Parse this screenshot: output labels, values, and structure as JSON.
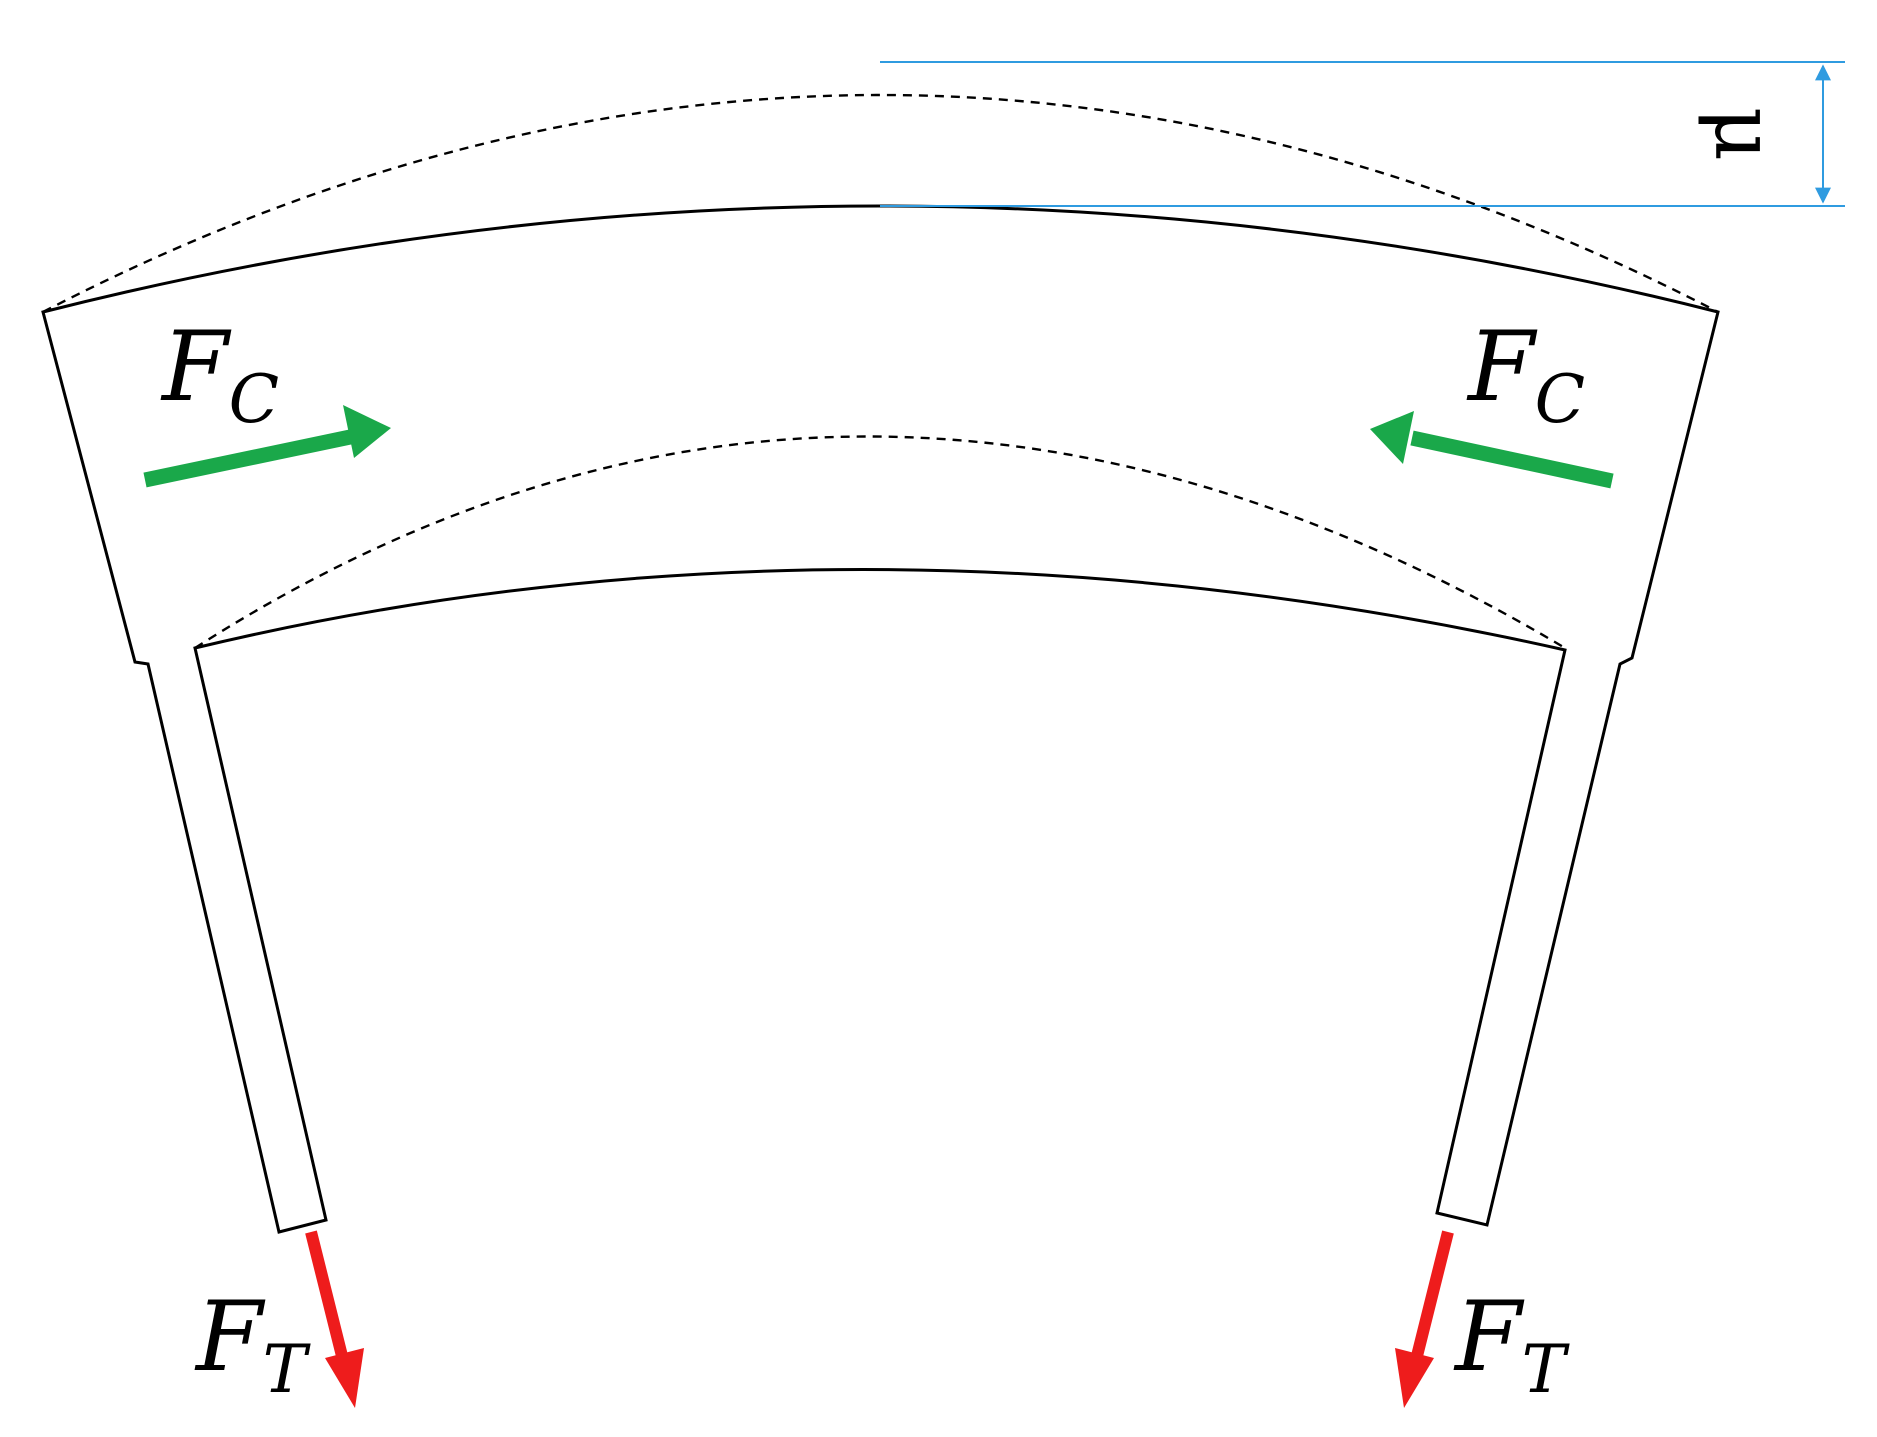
{
  "labels": {
    "force_compression": {
      "symbol": "F",
      "subscript": "C"
    },
    "force_tension": {
      "symbol": "F",
      "subscript": "T"
    },
    "deflection": "μ"
  },
  "colors": {
    "outline": "#000000",
    "compression_arrow": "#1aa84a",
    "tension_arrow": "#ee1c1c",
    "dimension": "#2f9be0"
  }
}
